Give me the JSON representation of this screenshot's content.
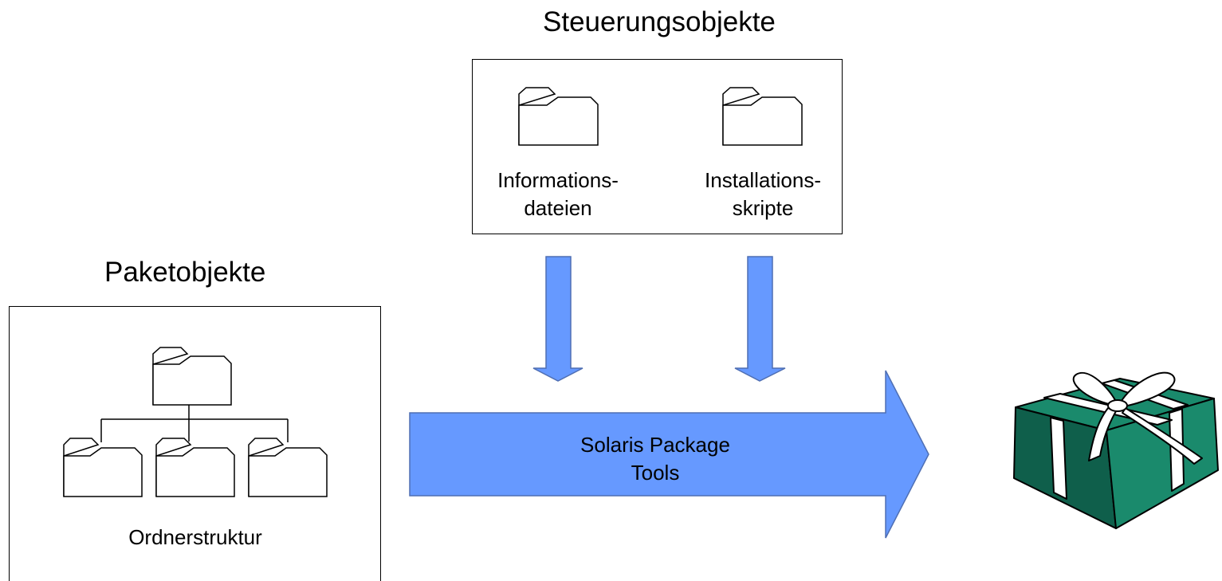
{
  "diagram": {
    "control_objects": {
      "title": "Steuerungsobjekte",
      "items": [
        {
          "line1": "Informations-",
          "line2": "dateien",
          "icon": "folder-icon"
        },
        {
          "line1": "Installations-",
          "line2": "skripte",
          "icon": "folder-icon"
        }
      ]
    },
    "package_objects": {
      "title": "Paketobjekte",
      "caption": "Ordnerstruktur",
      "icon": "folder-tree-icon"
    },
    "process": {
      "line1": "Solaris Package",
      "line2": "Tools"
    },
    "result": {
      "icon": "gift-package-icon"
    },
    "colors": {
      "arrow_fill": "#6699ff",
      "arrow_stroke": "#4f6fb3",
      "gift_green": "#1a8a6c",
      "gift_green_dark": "#0f5f4b",
      "ribbon": "#ffffff"
    }
  }
}
